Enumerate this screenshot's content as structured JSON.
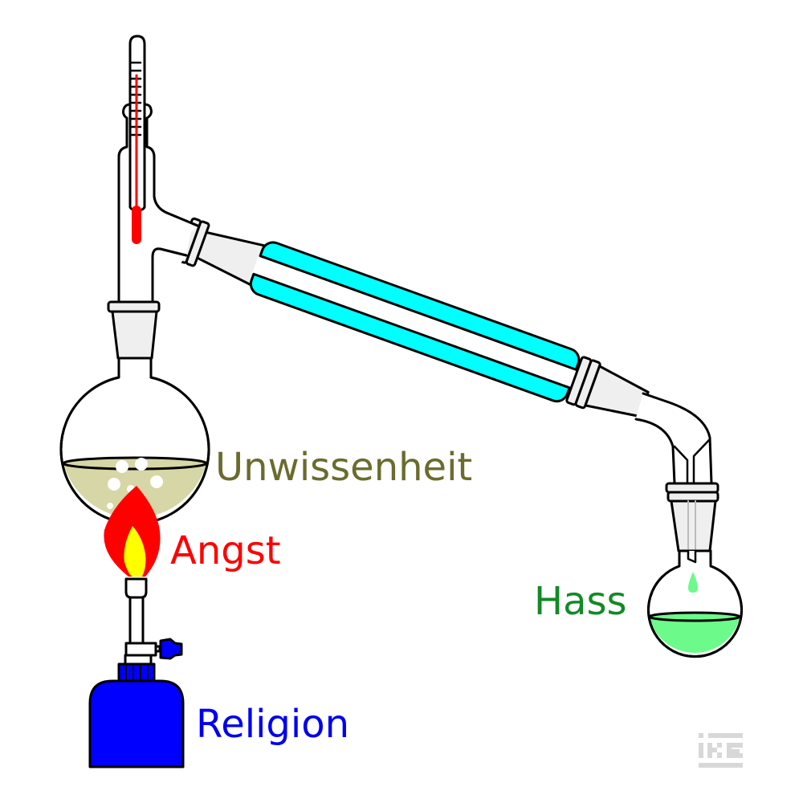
{
  "labels": {
    "flask_contents": "Unwissenheit",
    "flame": "Angst",
    "burner": "Religion",
    "distillate": "Hass"
  },
  "logo": {
    "text": "IKE"
  },
  "colors": {
    "outline": "#000000",
    "glass_joint": "#efefef",
    "flask_liquid": "#d6d6a6",
    "coolant": "#00ffff",
    "flame_outer": "#ff0000",
    "flame_inner": "#ffff00",
    "burner": "#0000ff",
    "distillate_liquid": "#6cfa8a",
    "label_flask": "#6b6b2e",
    "label_flame": "#ff0000",
    "label_burner": "#0000ee",
    "label_distillate": "#128a26",
    "logo": "#d8d8d8"
  }
}
